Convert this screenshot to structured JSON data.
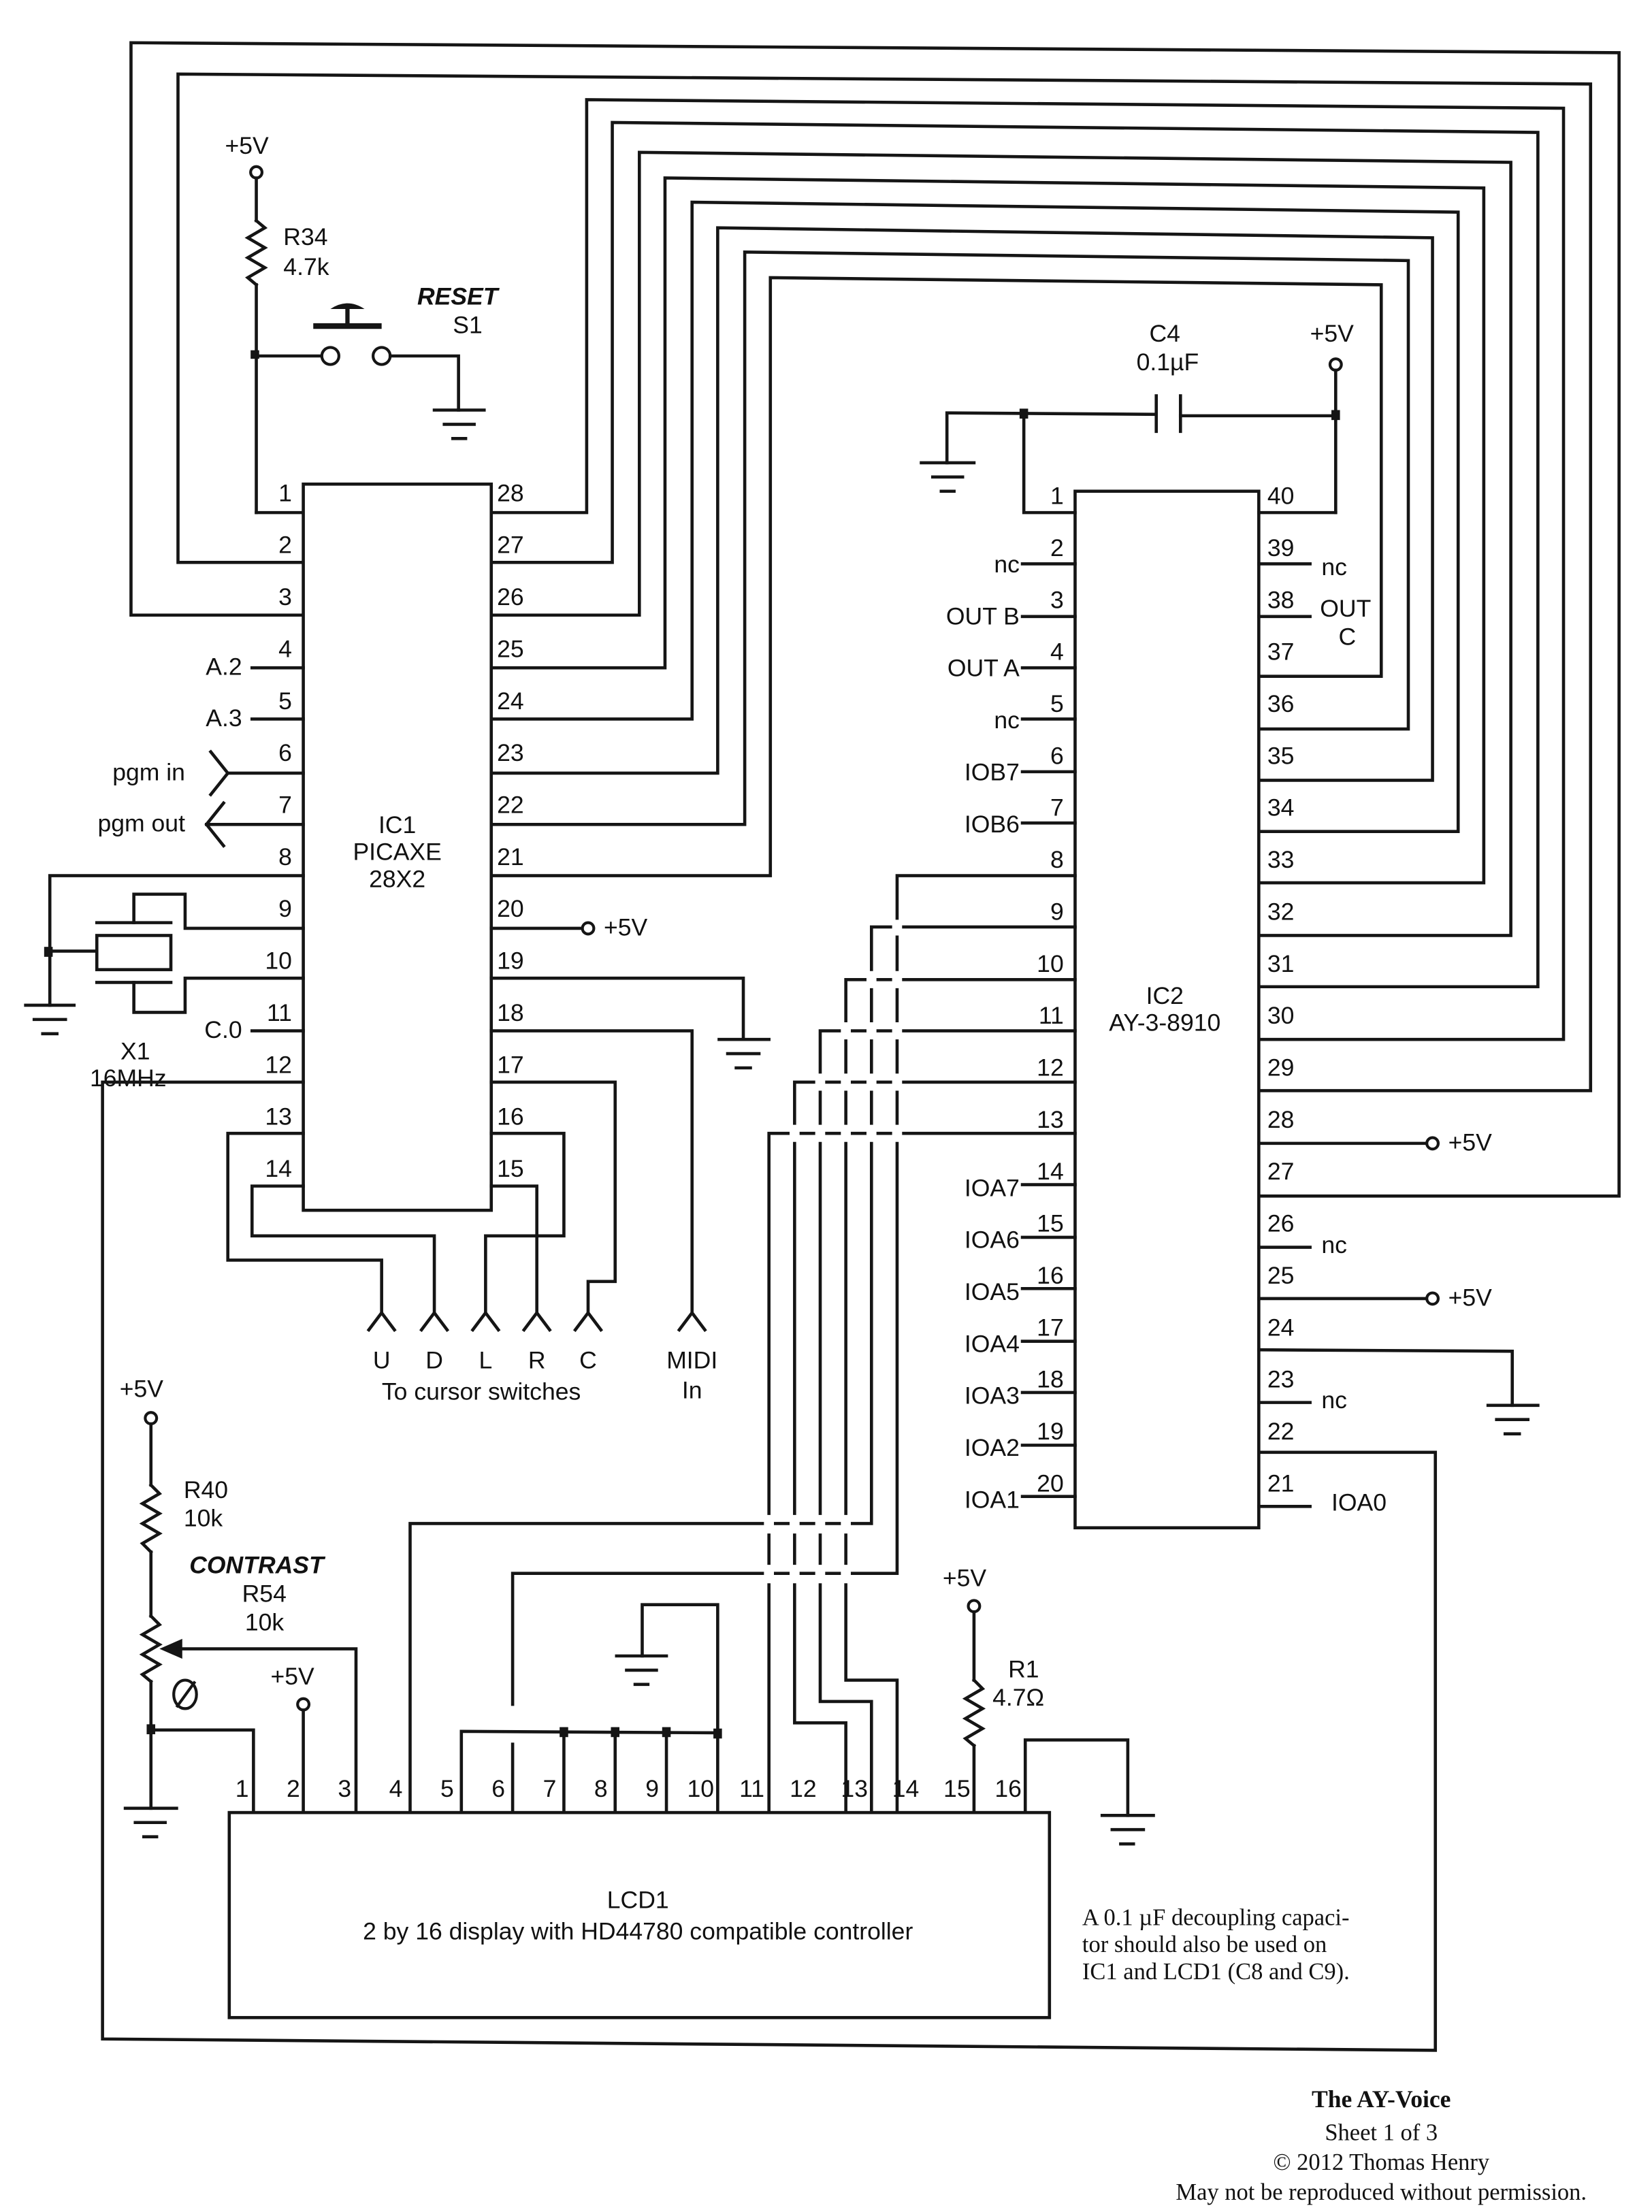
{
  "document": {
    "title": "The AY-Voice",
    "sheet": "Sheet 1 of 3",
    "copyright": "© 2012  Thomas Henry",
    "notice": "May not be reproduced without permission."
  },
  "supply_label": "+5V",
  "components": {
    "r34": {
      "ref": "R34",
      "value": "4.7k"
    },
    "s1": {
      "name": "RESET",
      "ref": "S1"
    },
    "c4": {
      "ref": "C4",
      "value": "0.1µF"
    },
    "x1": {
      "ref": "X1",
      "value": "16MHz"
    },
    "r40": {
      "ref": "R40",
      "value": "10k"
    },
    "r54": {
      "name": "CONTRAST",
      "ref": "R54",
      "value": "10k"
    },
    "r1": {
      "ref": "R1",
      "value": "4.7Ω"
    },
    "ic1": {
      "ref": "IC1",
      "part": "PICAXE",
      "variant": "28X2"
    },
    "ic2": {
      "ref": "IC2",
      "part": "AY-3-8910"
    },
    "lcd1": {
      "ref": "LCD1",
      "description": "2 by 16 display with HD44780 compatible controller"
    }
  },
  "ic1_pins": {
    "left": [
      "1",
      "2",
      "3",
      "4",
      "5",
      "6",
      "7",
      "8",
      "9",
      "10",
      "11",
      "12",
      "13",
      "14"
    ],
    "right": [
      "28",
      "27",
      "26",
      "25",
      "24",
      "23",
      "22",
      "21",
      "20",
      "19",
      "18",
      "17",
      "16",
      "15"
    ],
    "labels": {
      "p4": "A.2",
      "p5": "A.3",
      "p6": "pgm in",
      "p7": "pgm out",
      "p11": "C.0"
    }
  },
  "ic2_pins": {
    "left": [
      "1",
      "2",
      "3",
      "4",
      "5",
      "6",
      "7",
      "8",
      "9",
      "10",
      "11",
      "12",
      "13",
      "14",
      "15",
      "16",
      "17",
      "18",
      "19",
      "20"
    ],
    "right": [
      "40",
      "39",
      "38",
      "37",
      "36",
      "35",
      "34",
      "33",
      "32",
      "31",
      "30",
      "29",
      "28",
      "27",
      "26",
      "25",
      "24",
      "23",
      "22",
      "21"
    ],
    "left_labels": [
      "",
      "nc",
      "OUT B",
      "OUT A",
      "nc",
      "IOB7",
      "IOB6",
      "",
      "",
      "",
      "",
      "",
      "",
      "IOA7",
      "IOA6",
      "IOA5",
      "IOA4",
      "IOA3",
      "IOA2",
      "IOA1"
    ],
    "right_labels": {
      "p39": "nc",
      "out_c_1": "OUT",
      "out_c_2": "C",
      "p26": "nc",
      "p23": "nc",
      "p21": "IOA0"
    }
  },
  "lcd_pins": [
    "1",
    "2",
    "3",
    "4",
    "5",
    "6",
    "7",
    "8",
    "9",
    "10",
    "11",
    "12",
    "13",
    "14",
    "15",
    "16"
  ],
  "connectors": {
    "cursor": [
      "U",
      "D",
      "L",
      "R",
      "C"
    ],
    "cursor_caption": "To cursor switches",
    "midi_1": "MIDI",
    "midi_2": "In"
  },
  "note": [
    "A 0.1 µF decoupling capaci-",
    "tor should also be used on",
    "IC1 and LCD1 (C8 and C9)."
  ]
}
